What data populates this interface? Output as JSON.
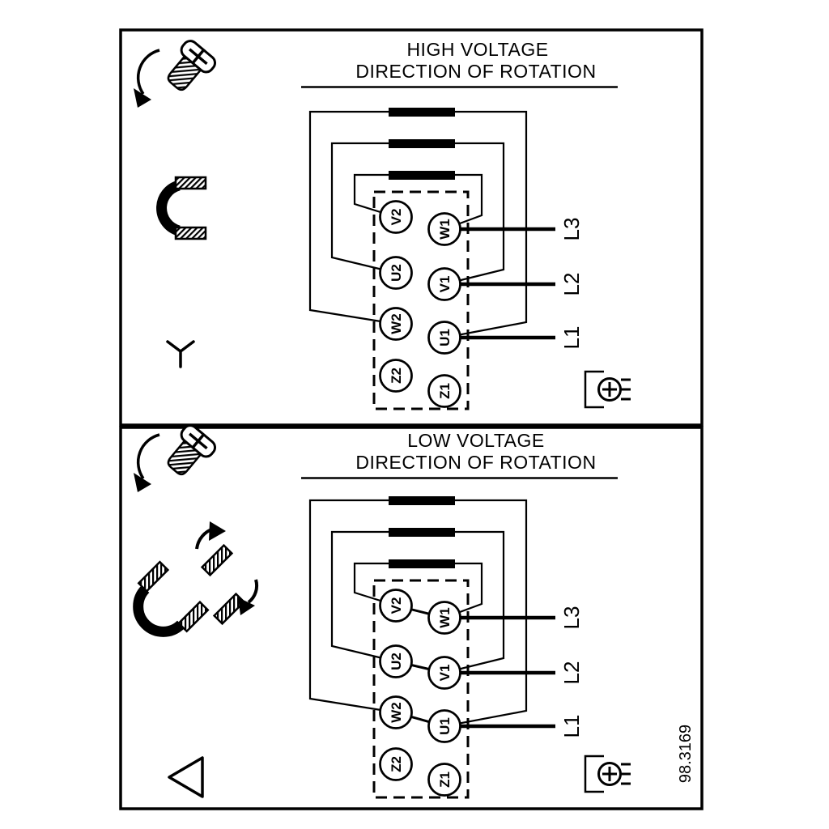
{
  "drawing_number": "98.3169",
  "colors": {
    "line": "#000000",
    "background": "#ffffff"
  },
  "panels": [
    {
      "id": "high-voltage",
      "title_line1": "HIGH VOLTAGE",
      "title_line2": "DIRECTION OF ROTATION",
      "connection_symbol": "star",
      "terminals_left": [
        "V2",
        "U2",
        "W2",
        "Z2"
      ],
      "terminals_right": [
        "W1",
        "V1",
        "U1",
        "Z1"
      ],
      "supply_lines": [
        "L3",
        "L2",
        "L1"
      ],
      "icons": [
        "screw-rotation-icon",
        "bridge-clip-icon",
        "star-symbol",
        "ground-terminal-icon"
      ]
    },
    {
      "id": "low-voltage",
      "title_line1": "LOW VOLTAGE",
      "title_line2": "DIRECTION OF ROTATION",
      "connection_symbol": "delta",
      "terminals_left": [
        "V2",
        "U2",
        "W2",
        "Z2"
      ],
      "terminals_right": [
        "W1",
        "V1",
        "U1",
        "Z1"
      ],
      "supply_lines": [
        "L3",
        "L2",
        "L1"
      ],
      "icons": [
        "screw-rotation-icon",
        "delta-jumper-placement-icon",
        "delta-symbol",
        "ground-terminal-icon"
      ]
    }
  ]
}
